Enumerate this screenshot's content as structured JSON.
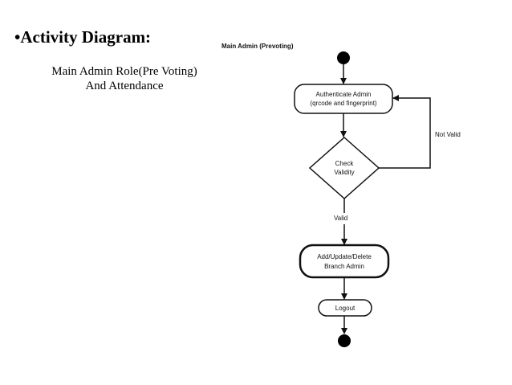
{
  "slide": {
    "title": "•Activity Diagram:",
    "subtitle_line1": "Main Admin  Role(Pre Voting)",
    "subtitle_line2": "And  Attendance"
  },
  "diagram": {
    "title": "Main Admin  (Prevoting)",
    "nodes": {
      "authenticate_line1": "Authenticate Admin",
      "authenticate_line2": "(qrcode and fingerprint)",
      "check_line1": "Check",
      "check_line2": "Validity",
      "manage_line1": "Add/Update/Delete",
      "manage_line2": "Branch Admin",
      "logout": "Logout"
    },
    "edges": {
      "not_valid": "Not Valid",
      "valid": "Valid"
    }
  }
}
